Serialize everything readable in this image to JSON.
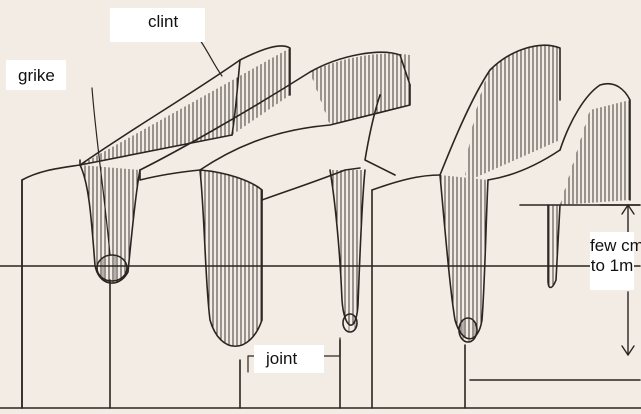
{
  "labels": {
    "clint": "clint",
    "grike": "grike",
    "joint": "joint",
    "depth_line1": "few cm",
    "depth_line2": "to 1m"
  },
  "colors": {
    "background": "#f3ece4",
    "ink": "#2a2522",
    "label_bg": "#ffffff"
  }
}
